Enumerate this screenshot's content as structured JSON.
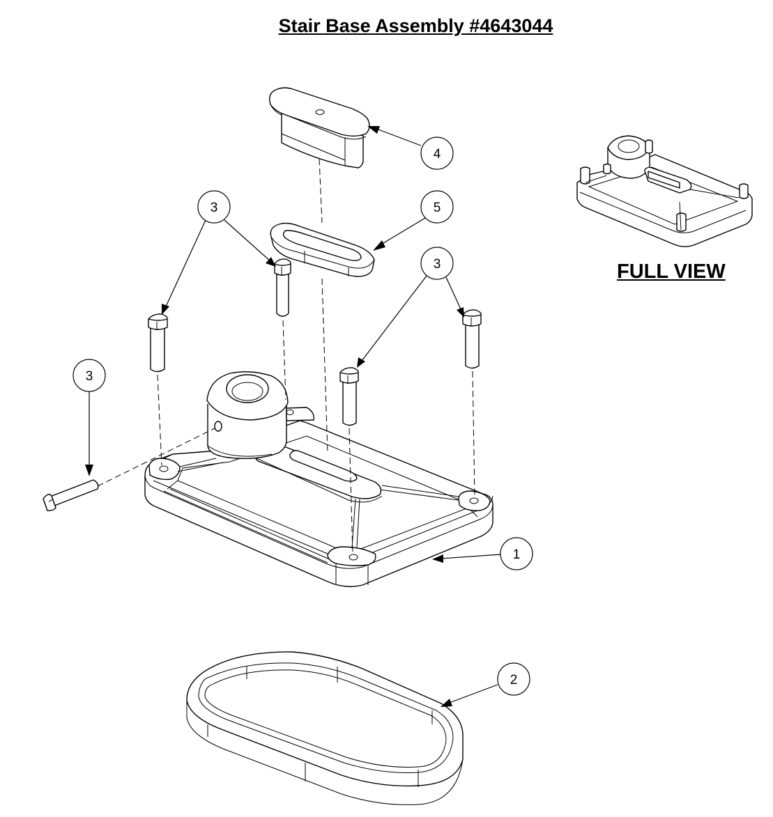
{
  "title": "Stair Base Assembly #4643044",
  "full_view_label": "FULL VIEW",
  "callouts": [
    "4",
    "3",
    "5",
    "3",
    "3",
    "1",
    "2"
  ]
}
